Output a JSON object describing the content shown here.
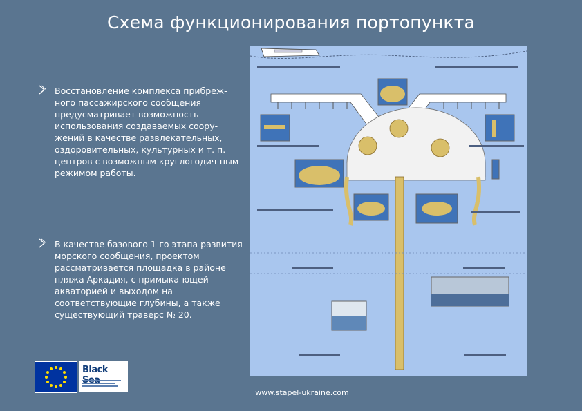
{
  "slide": {
    "title": "Схема функционирования портопункта",
    "bullets": [
      "Восстановление комплекса прибреж-ного пассажирского сообщения предусматривает возможность использования создаваемых соору-жений в качестве развлекательных, оздоровительных, культурных и т. п. центров с возможным круглогодич-ным режимом работы.",
      "В качестве базового 1-го этапа развития морского сообщения, проектом рассматривается площадка в районе пляжа Аркадия, с примыка-ющей акваторией и выходом на соответствующие глубины, а также существующий траверс № 20."
    ],
    "website": "www.stapel-ukraine.com",
    "logos": {
      "black_sea_text": "Black Sea"
    },
    "colors": {
      "background": "#5a7590",
      "scheme_bg": "#a9c6ee",
      "pier_gold": "#d9bf6a",
      "text": "#ffffff"
    }
  }
}
